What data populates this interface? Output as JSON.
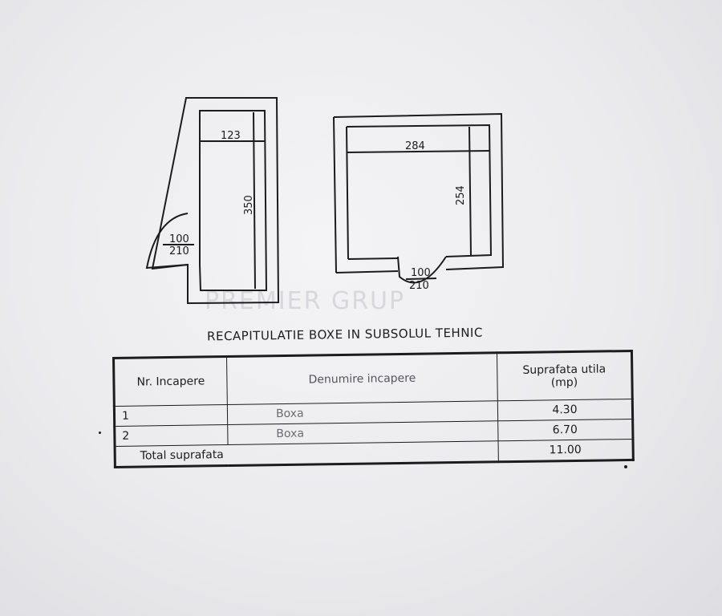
{
  "plans": {
    "left_room": {
      "width": "123",
      "length": "350",
      "door_top": "100",
      "door_bottom": "210"
    },
    "right_room": {
      "width": "284",
      "length": "254",
      "door_top": "100",
      "door_bottom": "210"
    }
  },
  "watermark": "PREMIER GRUP",
  "title": "RECAPITULATIE BOXE IN SUBSOLUL TEHNIC",
  "table": {
    "headers": {
      "nr": "Nr. Incapere",
      "name": "Denumire incapere",
      "area_line1": "Suprafata utila",
      "area_line2": "(mp)"
    },
    "rows": [
      {
        "nr": "1",
        "name": "Boxa",
        "area": "4.30"
      },
      {
        "nr": "2",
        "name": "Boxa",
        "area": "6.70"
      }
    ],
    "total": {
      "label": "Total suprafata",
      "area": "11.00"
    }
  },
  "colors": {
    "ink": "#1c1c1e",
    "paper": "#efeff2"
  }
}
